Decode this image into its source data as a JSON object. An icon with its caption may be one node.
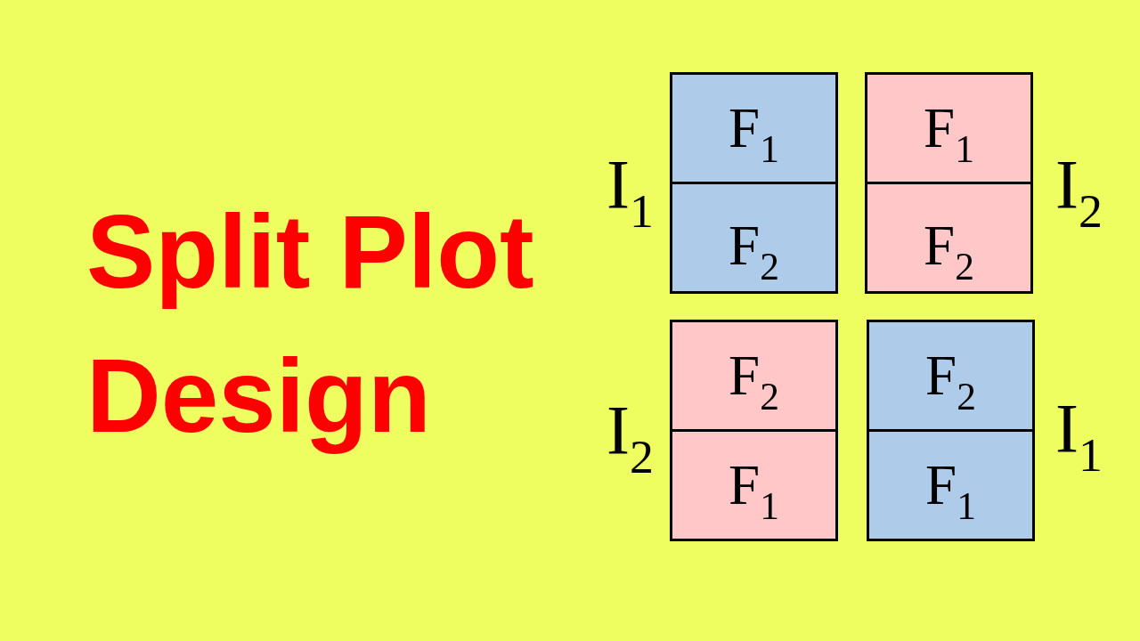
{
  "diagram": {
    "title": "Split Plot Design",
    "nodes": [
      {
        "text": [],
        "shape": "box",
        "beside": [
          "I$_{1}$"
        ]
      },
      {
        "text": [
          "F$_{1}$"
        ],
        "in": 0
      },
      {
        "text": [
          "F$_{2}$"
        ],
        "in": 0
      },
      {
        "text": [],
        "shape": "box",
        "beside": [
          "I$_{2}$"
        ]
      },
      {
        "text": [
          "F$_{1}$"
        ],
        "in": 3
      },
      {
        "text": [
          "F$_{2}$"
        ],
        "in": 3
      },
      {
        "text": [],
        "shape": "box",
        "beside": [
          "I$_{2}$"
        ]
      },
      {
        "text": [
          "F$_{2}$"
        ],
        "in": 6
      },
      {
        "text": [
          "F$_{1}$"
        ],
        "in": 6
      },
      {
        "text": [],
        "shape": "box",
        "beside": [
          "I$_{1}$"
        ]
      },
      {
        "text": [
          "F$_{2}$"
        ],
        "in": 9
      },
      {
        "text": [
          "F$_{1}$"
        ],
        "in": 9
      }
    ]
  }
}
